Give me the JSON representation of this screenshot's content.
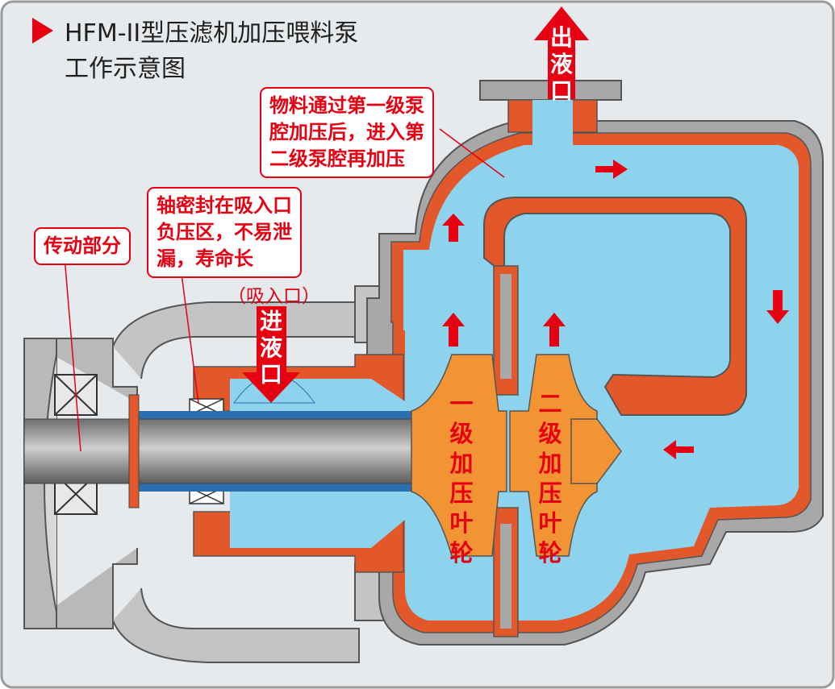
{
  "title": {
    "line1": "HFM-II型压滤机加压喂料泵",
    "line2": "工作示意图"
  },
  "callouts": {
    "transmission": "传动部分",
    "seal": [
      "轴密封在吸入口",
      "负压区，不易泄",
      "漏，寿命长"
    ],
    "pressure": [
      "物料通过第一级泵",
      "腔加压后，进入第",
      "二级泵腔再加压"
    ],
    "inlet_note": "（吸入口）"
  },
  "flow_labels": {
    "inlet": [
      "进",
      "液",
      "口"
    ],
    "outlet": [
      "出",
      "液",
      "口"
    ]
  },
  "impellers": {
    "first": [
      "一",
      "级",
      "加",
      "压",
      "叶",
      "轮"
    ],
    "second": [
      "二",
      "级",
      "加",
      "压",
      "叶",
      "轮"
    ]
  },
  "colors": {
    "background": "#e7eaec",
    "frame": "#9a9a9a",
    "casing_gray": "#a8a8a8",
    "liner_orange": "#e2582a",
    "liquid_blue": "#8ed3ee",
    "impeller_orange": "#f29433",
    "shaft_blue": "#2a6fb0",
    "accent_red": "#e60012"
  },
  "icons": [
    "play-triangle-icon",
    "flow-arrow-icon",
    "bearing-cross-icon"
  ]
}
